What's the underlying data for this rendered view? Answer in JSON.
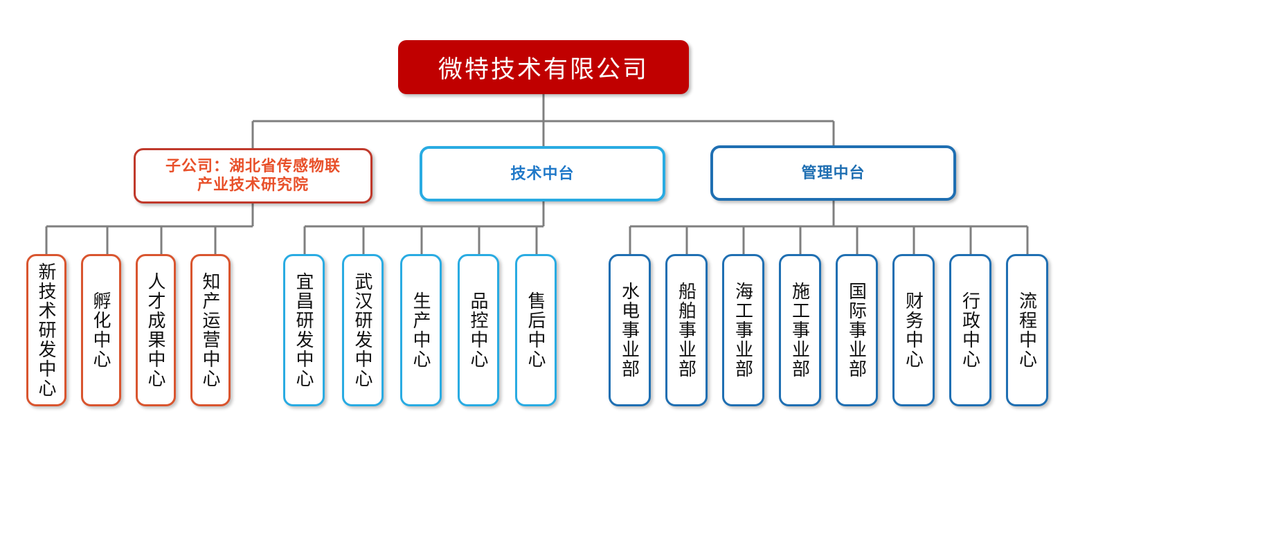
{
  "chart_data": {
    "type": "diagram",
    "diagram_type": "organization-chart",
    "title": "微特技术有限公司 组织架构",
    "orientation": "top-down",
    "colors": {
      "root_fill": "#C00000",
      "root_text": "#FFFFFF",
      "subsidiary_border": "#C0392B",
      "subsidiary_text": "#E8502A",
      "tech_border": "#29ABE2",
      "tech_text": "#1F78C8",
      "mgmt_border": "#1F6FB2",
      "mgmt_text": "#1F6FB2",
      "leaf_red_border": "#D9552F",
      "leaf_cyan_border": "#29ABE2",
      "leaf_blue_border": "#1F6FB2",
      "leaf_text": "#111111",
      "connector": "#7F7F7F",
      "background": "#FFFFFF"
    }
  },
  "root": {
    "label": "微特技术有限公司"
  },
  "branches": [
    {
      "key": "subsidiary",
      "label": "子公司：湖北省传感物联\n产业技术研究院",
      "children": [
        {
          "label": "新技术研发中心"
        },
        {
          "label": "孵化中心"
        },
        {
          "label": "人才成果中心"
        },
        {
          "label": "知产运营中心"
        }
      ]
    },
    {
      "key": "tech_middle_platform",
      "label": "技术中台",
      "children": [
        {
          "label": "宜昌研发中心"
        },
        {
          "label": "武汉研发中心"
        },
        {
          "label": "生产中心"
        },
        {
          "label": "品控中心"
        },
        {
          "label": "售后中心"
        }
      ]
    },
    {
      "key": "mgmt_middle_platform",
      "label": "管理中台",
      "children": [
        {
          "label": "水电事业部"
        },
        {
          "label": "船舶事业部"
        },
        {
          "label": "海工事业部"
        },
        {
          "label": "施工事业部"
        },
        {
          "label": "国际事业部"
        },
        {
          "label": "财务中心"
        },
        {
          "label": "行政中心"
        },
        {
          "label": "流程中心"
        }
      ]
    }
  ]
}
